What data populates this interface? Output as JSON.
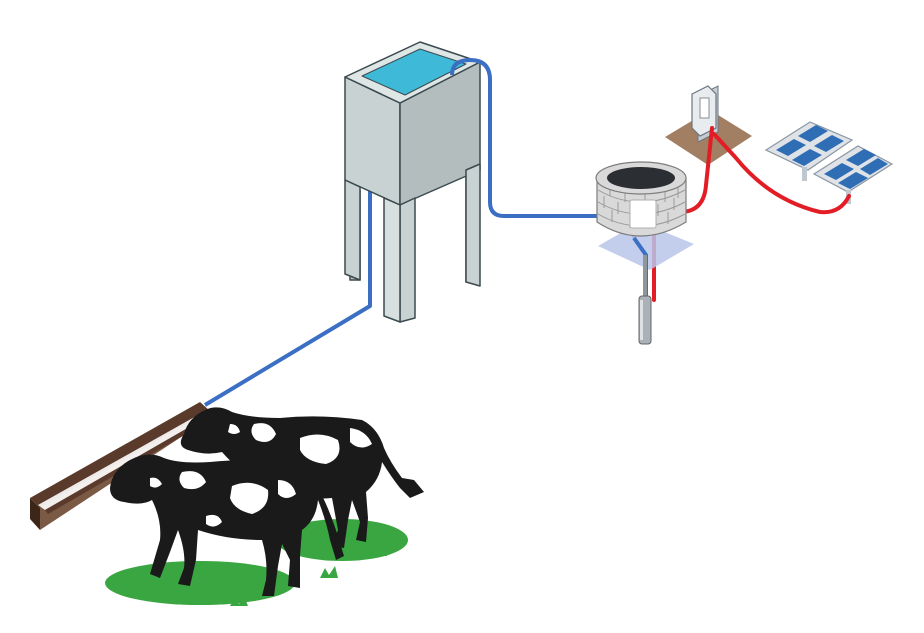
{
  "scene": {
    "components": [
      {
        "id": "solar-panels",
        "icon": "solar-panel-icon"
      },
      {
        "id": "controller",
        "icon": "control-box-icon"
      },
      {
        "id": "well",
        "icon": "brick-well-icon"
      },
      {
        "id": "submersible-pump",
        "icon": "pump-icon"
      },
      {
        "id": "water-tower",
        "icon": "water-tank-icon"
      },
      {
        "id": "trough",
        "icon": "trough-icon"
      },
      {
        "id": "cattle",
        "icon": "cow-icon"
      }
    ],
    "connections": [
      {
        "from": "solar-panels",
        "to": "controller",
        "kind": "power-cable"
      },
      {
        "from": "controller",
        "to": "submersible-pump",
        "kind": "power-cable"
      },
      {
        "from": "submersible-pump",
        "to": "water-tower",
        "kind": "water-pipe"
      },
      {
        "from": "water-tower",
        "to": "trough",
        "kind": "water-pipe"
      }
    ],
    "colors": {
      "pipe": "#3b6fc4",
      "cable": "#e21d25",
      "tank_wall": "#c9d2d2",
      "water": "#3fb9d8",
      "panel_cell": "#2f6db5",
      "grass": "#3aa641",
      "pad": "#a27f63",
      "trough": "#5a3a2a",
      "cow": "#1a1a1a"
    }
  }
}
